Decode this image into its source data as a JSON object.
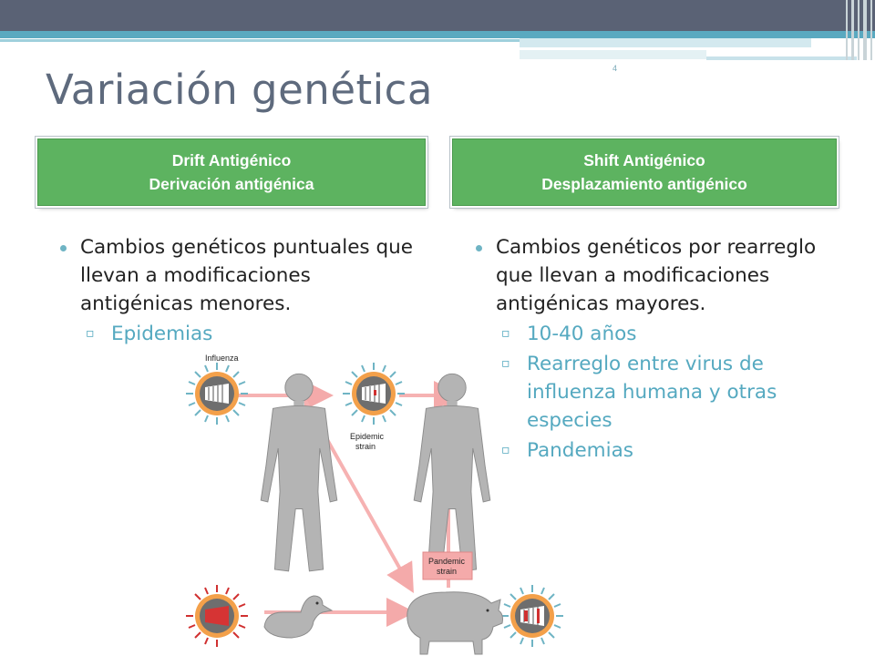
{
  "slide": {
    "number": "4",
    "title": "Variación genética"
  },
  "left_tag": {
    "line1": "Drift Antigénico",
    "line2": "Derivación antigénica"
  },
  "right_tag": {
    "line1": "Shift Antigénico",
    "line2": "Desplazamiento antigénico"
  },
  "left_bullets": {
    "main": "Cambios genéticos puntuales que llevan a modificaciones antigénicas menores.",
    "subs": [
      "Epidemias"
    ]
  },
  "right_bullets": {
    "main": "Cambios genéticos por rearreglo que llevan a modificaciones antigénicas mayores.",
    "subs": [
      "10-40 años",
      "Rearreglo entre virus de influenza humana y otras especies",
      "Pandemias"
    ]
  },
  "diagram": {
    "influenza_label": "Influenza",
    "epidemic_label_1": "Epidemic",
    "epidemic_label_2": "strain",
    "pandemic_label_1": "Pandemic",
    "pandemic_label_2": "strain"
  },
  "colors": {
    "header": "#5a6275",
    "accent": "#5aa9c0",
    "tag_green": "#5db360",
    "arrow_pink": "#f4aaaa"
  }
}
